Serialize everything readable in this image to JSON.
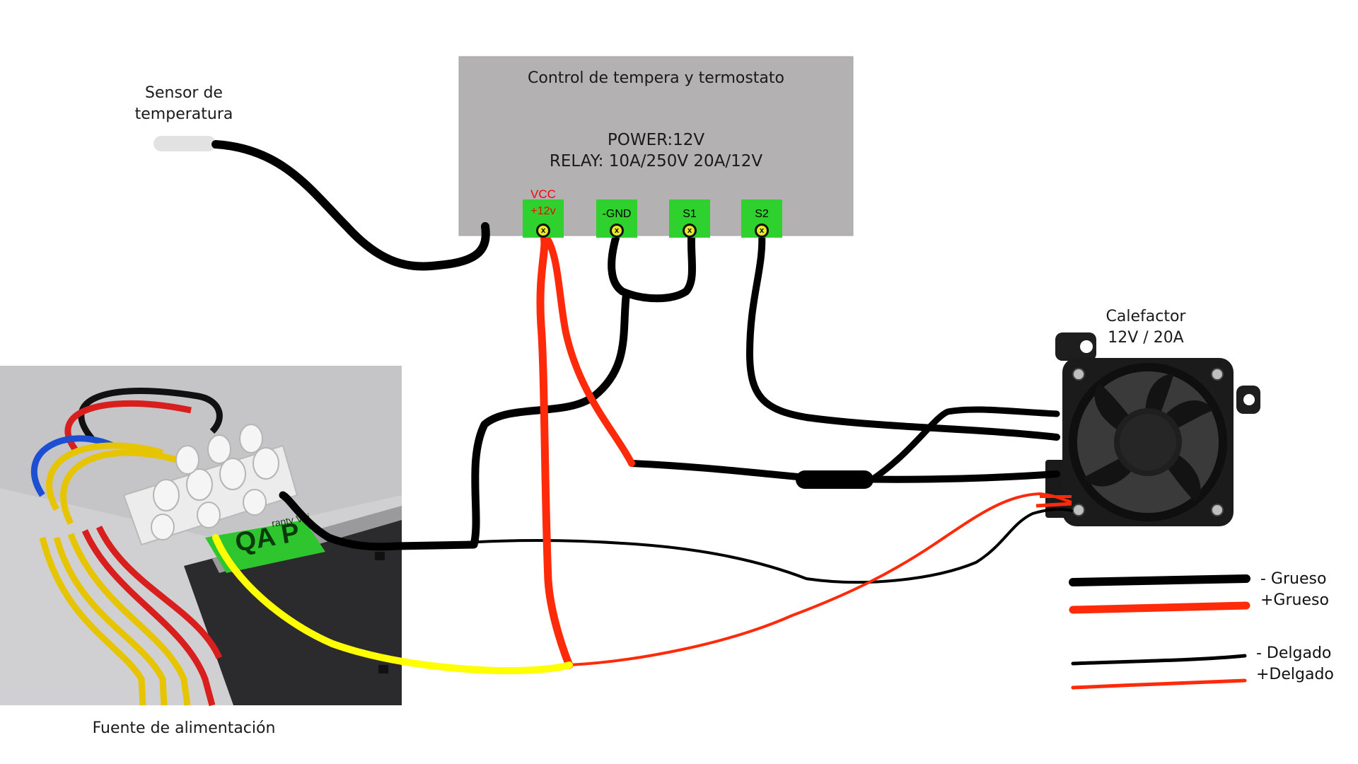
{
  "labels": {
    "sensor_line1": "Sensor de",
    "sensor_line2": "temperatura",
    "controller_title": "Control de tempera y termostato",
    "power": "POWER:12V",
    "relay": "RELAY: 10A/250V 20A/12V",
    "heater_line1": "Calefactor",
    "heater_line2": "12V / 20A",
    "psu": "Fuente de alimentación"
  },
  "terminals": [
    {
      "id": "vcc",
      "top_label": "VCC",
      "label": "+12v",
      "color": "#ff0000"
    },
    {
      "id": "gnd",
      "top_label": "",
      "label": "-GND",
      "color": "#000000"
    },
    {
      "id": "s1",
      "top_label": "",
      "label": "S1",
      "color": "#000000"
    },
    {
      "id": "s2",
      "top_label": "",
      "label": "S2",
      "color": "#000000"
    }
  ],
  "screw_mark": "x",
  "psu_sticker": {
    "line1": "QA P",
    "line2": "ranty Voi"
  },
  "legend": [
    {
      "label": "- Grueso",
      "color": "#000000",
      "thickness": "thick"
    },
    {
      "label": "+Grueso",
      "color": "#ff2a0a",
      "thickness": "thick"
    },
    {
      "label": "- Delgado",
      "color": "#000000",
      "thickness": "thin"
    },
    {
      "label": "+Delgado",
      "color": "#ff2a0a",
      "thickness": "thin"
    }
  ],
  "colors": {
    "controller_body": "#b3b1b1",
    "terminal": "#2fd12f",
    "wire_black": "#000000",
    "wire_red": "#ff2a0a",
    "wire_yellow": "#ffff00",
    "psu_case": "#8a8a8c"
  }
}
